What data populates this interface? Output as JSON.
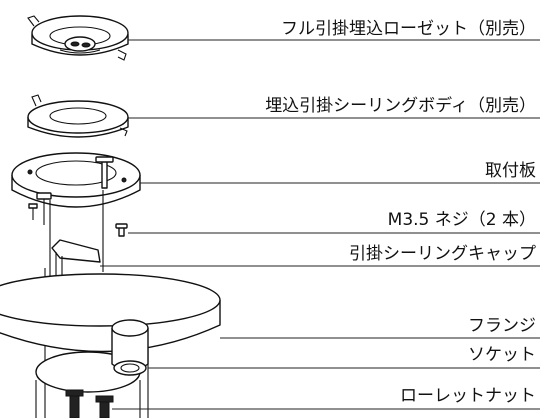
{
  "labels": {
    "rosette": "フル引掛埋込ローゼット（別売）",
    "ceiling_body": "埋込引掛シーリングボディ（別売）",
    "mounting_plate": "取付板",
    "screws": "M3.5 ネジ（2 本）",
    "ceiling_cap": "引掛シーリングキャップ",
    "flange": "フランジ",
    "socket": "ソケット",
    "knurled_nut": "ローレットナット"
  }
}
